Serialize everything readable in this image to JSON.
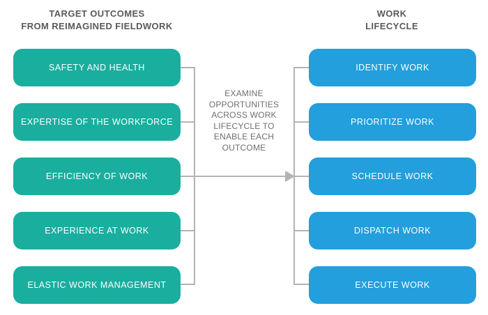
{
  "diagram": {
    "title_left": "TARGET OUTCOMES\nFROM REIMAGINED FIELDWORK",
    "title_right": "WORK\nLIFECYCLE",
    "columns": {
      "left": {
        "heading_line1": "TARGET OUTCOMES",
        "heading_line2": "FROM REIMAGINED FIELDWORK",
        "color": "#1AAE9F",
        "items": [
          {
            "label": "SAFETY AND HEALTH"
          },
          {
            "label": "EXPERTISE OF THE WORKFORCE"
          },
          {
            "label": "EFFICIENCY OF WORK"
          },
          {
            "label": "EXPERIENCE AT WORK"
          },
          {
            "label": "ELASTIC WORK MANAGEMENT"
          }
        ]
      },
      "right": {
        "heading_line1": "WORK",
        "heading_line2": "LIFECYCLE",
        "color": "#229FDC",
        "items": [
          {
            "label": "IDENTIFY WORK"
          },
          {
            "label": "PRIORITIZE WORK"
          },
          {
            "label": "SCHEDULE WORK"
          },
          {
            "label": "DISPATCH WORK"
          },
          {
            "label": "EXECUTE WORK"
          }
        ]
      }
    },
    "center": {
      "caption": "EXAMINE OPPORTUNITIES ACROSS WORK LIFECYCLE TO ENABLE EACH OUTCOME",
      "connector_color": "#b3b3b3",
      "arrow_direction": "right"
    },
    "text_color": "#58595b",
    "background": "#ffffff"
  }
}
